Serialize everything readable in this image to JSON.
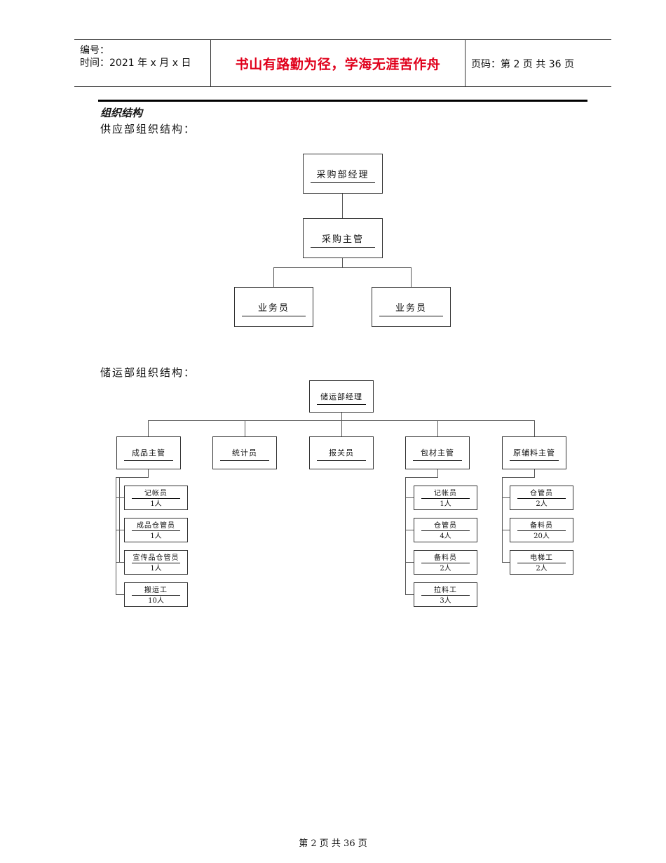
{
  "header": {
    "number_label": "编号：",
    "time_label": "时间：2021 年 x 月 x 日",
    "motto": "书山有路勤为径，学海无涯苦作舟",
    "page_label": "页码：第 2 页 共 36 页"
  },
  "section_title": "组织结构",
  "supply": {
    "title": "供应部组织结构：",
    "manager": "采购部经理",
    "supervisor": "采购主管",
    "staff": [
      "业务员",
      "业务员"
    ]
  },
  "storage": {
    "title": "储运部组织结构：",
    "manager": "储运部经理",
    "departments": [
      {
        "name": "成品主管",
        "members": [
          {
            "role": "记帐员",
            "count": "1人"
          },
          {
            "role": "成品仓管员",
            "count": "1人"
          },
          {
            "role": "宣传品仓管员",
            "count": "1人"
          },
          {
            "role": "搬运工",
            "count": "10人"
          }
        ]
      },
      {
        "name": "统计员",
        "members": []
      },
      {
        "name": "报关员",
        "members": []
      },
      {
        "name": "包材主管",
        "members": [
          {
            "role": "记帐员",
            "count": "1人"
          },
          {
            "role": "仓管员",
            "count": "4人"
          },
          {
            "role": "备料员",
            "count": "2人"
          },
          {
            "role": "拉料工",
            "count": "3人"
          }
        ]
      },
      {
        "name": "原辅料主管",
        "members": [
          {
            "role": "仓管员",
            "count": "2人"
          },
          {
            "role": "备料员",
            "count": "20人"
          },
          {
            "role": "电梯工",
            "count": "2人"
          }
        ]
      }
    ]
  },
  "footer": "第 2 页 共 36 页"
}
